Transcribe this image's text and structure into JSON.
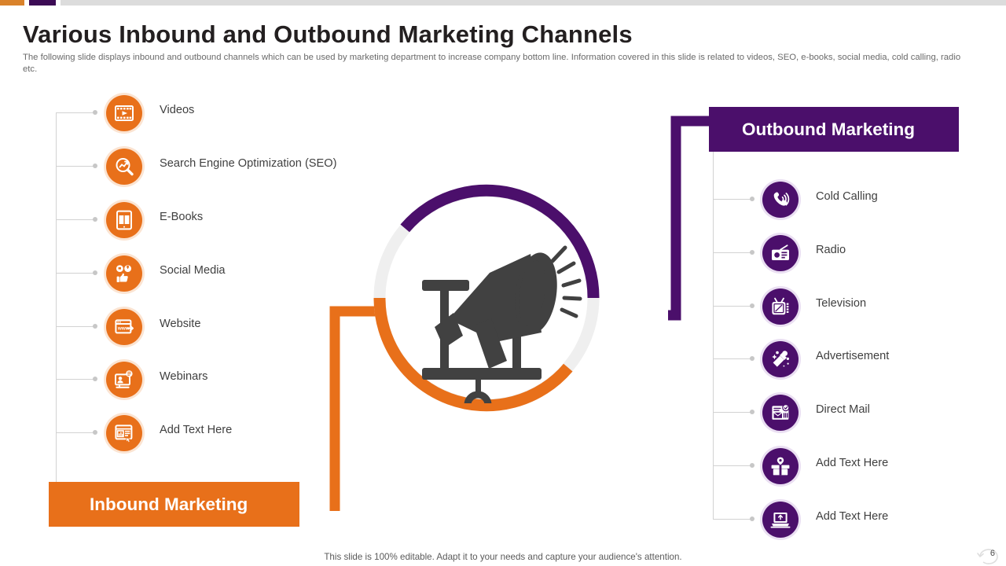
{
  "topbar": {
    "accent_orange": "#D9822B",
    "accent_purple": "#3C0B55",
    "accent_grey": "#DCDCDC"
  },
  "header": {
    "title": "Various Inbound and Outbound Marketing Channels",
    "subtitle": "The following slide displays inbound and outbound channels which can be used by marketing department to increase company bottom line. Information covered in this slide is related to videos, SEO,  e-books, social media, cold calling, radio etc."
  },
  "colors": {
    "orange": "#E8701A",
    "purple": "#4B0F6B",
    "ring_grey": "#EFEFEF",
    "connector_grey": "#D2D2D2",
    "megaphone_grey": "#414141"
  },
  "center": {
    "icon": "megaphone-icon",
    "ring_arc_top_right_color": "#4B0F6B",
    "ring_arc_bottom_left_color": "#E8701A"
  },
  "inbound": {
    "banner_label": "Inbound Marketing",
    "items": [
      {
        "label": "Videos",
        "icon": "video-film-icon"
      },
      {
        "label": "Search Engine Optimization (SEO)",
        "icon": "seo-magnifier-chart-icon"
      },
      {
        "label": "E-Books",
        "icon": "ebook-tablet-icon"
      },
      {
        "label": "Social Media",
        "icon": "social-thumbs-up-icon"
      },
      {
        "label": "Website",
        "icon": "website-www-browser-icon"
      },
      {
        "label": "Webinars",
        "icon": "webinar-monitor-icon"
      },
      {
        "label": "Add Text Here",
        "icon": "analytics-dashboard-icon"
      }
    ]
  },
  "outbound": {
    "banner_label": "Outbound Marketing",
    "items": [
      {
        "label": "Cold Calling",
        "icon": "phone-call-icon"
      },
      {
        "label": "Radio",
        "icon": "radio-icon"
      },
      {
        "label": "Television",
        "icon": "television-icon"
      },
      {
        "label": "Advertisement",
        "icon": "advertisement-megaphone-icon"
      },
      {
        "label": "Direct Mail",
        "icon": "direct-mail-envelope-icon"
      },
      {
        "label": "Add Text Here",
        "icon": "gift-box-icon"
      },
      {
        "label": "Add Text Here",
        "icon": "laptop-upload-icon"
      }
    ]
  },
  "footer": {
    "note": "This slide is 100% editable. Adapt it to your needs and capture your audience's attention.",
    "page_number": "6"
  }
}
